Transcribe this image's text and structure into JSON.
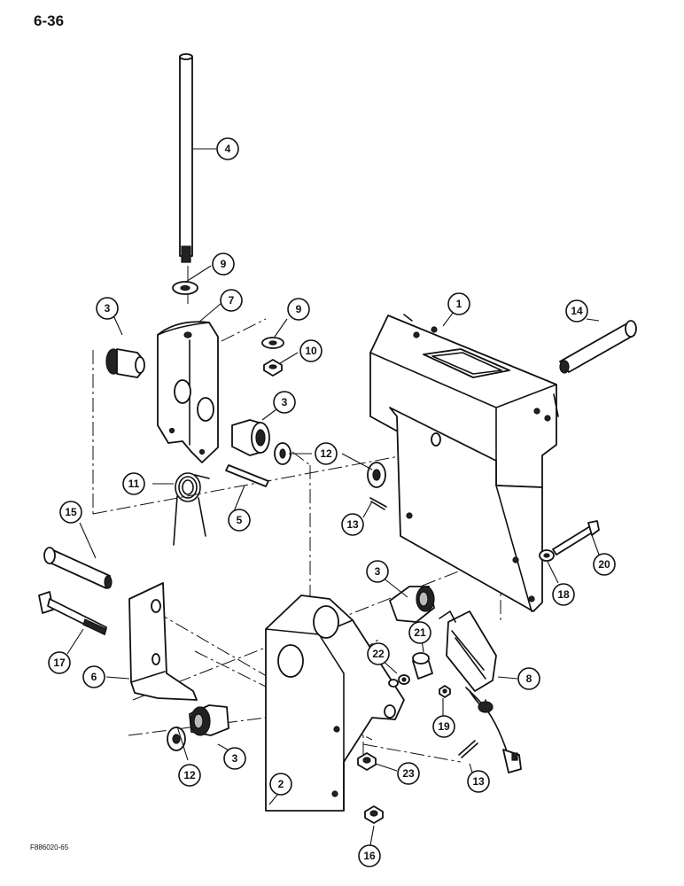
{
  "page_number": "6-36",
  "figure_code": "F886020-65",
  "callouts": [
    {
      "id": "c1",
      "label": "1"
    },
    {
      "id": "c2",
      "label": "2"
    },
    {
      "id": "c3a",
      "label": "3"
    },
    {
      "id": "c3b",
      "label": "3"
    },
    {
      "id": "c3c",
      "label": "3"
    },
    {
      "id": "c3d",
      "label": "3"
    },
    {
      "id": "c4",
      "label": "4"
    },
    {
      "id": "c5",
      "label": "5"
    },
    {
      "id": "c6",
      "label": "6"
    },
    {
      "id": "c7",
      "label": "7"
    },
    {
      "id": "c8",
      "label": "8"
    },
    {
      "id": "c9a",
      "label": "9"
    },
    {
      "id": "c9b",
      "label": "9"
    },
    {
      "id": "c10",
      "label": "10"
    },
    {
      "id": "c11",
      "label": "11"
    },
    {
      "id": "c12a",
      "label": "12"
    },
    {
      "id": "c12b",
      "label": "12"
    },
    {
      "id": "c13a",
      "label": "13"
    },
    {
      "id": "c13b",
      "label": "13"
    },
    {
      "id": "c14",
      "label": "14"
    },
    {
      "id": "c15",
      "label": "15"
    },
    {
      "id": "c16",
      "label": "16"
    },
    {
      "id": "c17",
      "label": "17"
    },
    {
      "id": "c18",
      "label": "18"
    },
    {
      "id": "c19",
      "label": "19"
    },
    {
      "id": "c20",
      "label": "20"
    },
    {
      "id": "c21",
      "label": "21"
    },
    {
      "id": "c22",
      "label": "22"
    },
    {
      "id": "c23",
      "label": "23"
    }
  ]
}
